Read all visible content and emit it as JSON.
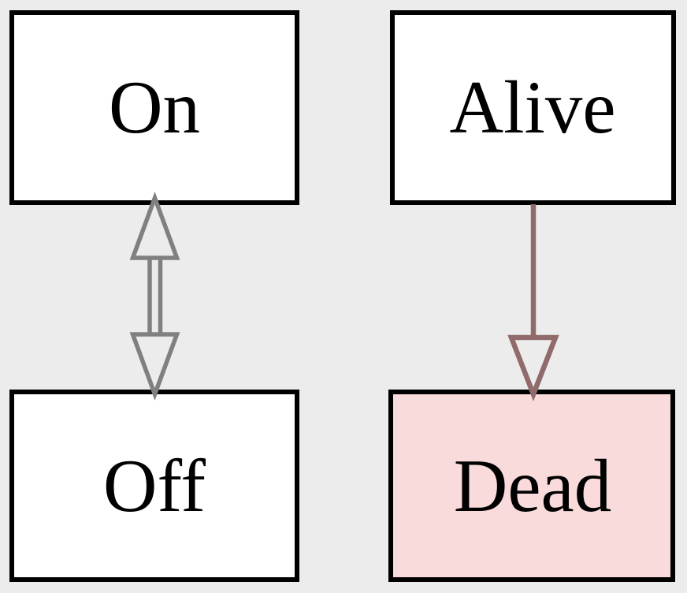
{
  "diagram": {
    "type": "state-transition-diagram",
    "background_color": "#ececec",
    "nodes": [
      {
        "id": "on",
        "label": "On",
        "fill": "#ffffff",
        "border_color": "#000000",
        "position": "top-left"
      },
      {
        "id": "alive",
        "label": "Alive",
        "fill": "#ffffff",
        "border_color": "#000000",
        "position": "top-right"
      },
      {
        "id": "off",
        "label": "Off",
        "fill": "#ffffff",
        "border_color": "#000000",
        "position": "bottom-left"
      },
      {
        "id": "dead",
        "label": "Dead",
        "fill": "#fadbdb",
        "border_color": "#000000",
        "position": "bottom-right"
      }
    ],
    "edges": [
      {
        "from": "On",
        "to": "Off",
        "direction": "bidirectional",
        "color": "#808080",
        "shaft_style": "double-line",
        "arrowhead_style": "hollow-triangle"
      },
      {
        "from": "Alive",
        "to": "Dead",
        "direction": "forward",
        "color": "#916b6b",
        "shaft_style": "single-line",
        "arrowhead_style": "hollow-triangle"
      }
    ]
  }
}
